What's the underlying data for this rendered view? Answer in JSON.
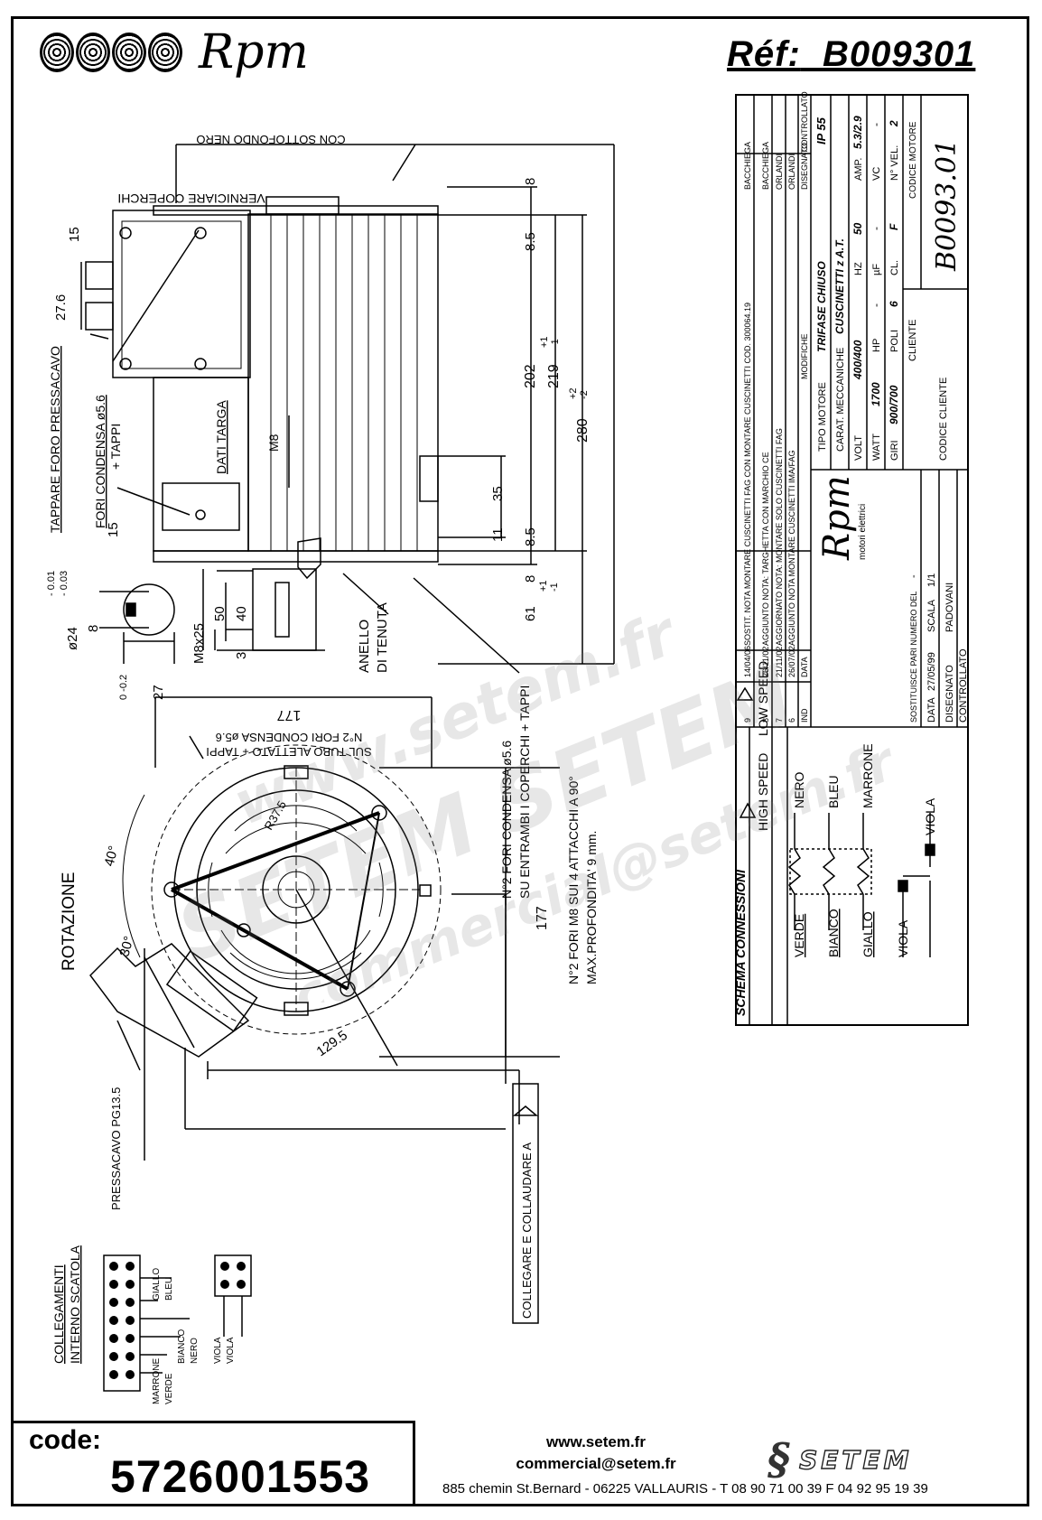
{
  "header": {
    "brand": "Rpm",
    "ref_label": "Réf:",
    "ref_value": "B009301"
  },
  "side_view": {
    "paint_note_1": "VERNICIARE COPERCHI",
    "paint_note_2": "CON SOTTOFONDO NERO",
    "dim_8_top": "8",
    "dim_85_top": "8.5",
    "dim_202": "202",
    "dim_219": "219",
    "dim_219_tol_plus": "+1",
    "dim_219_tol_minus": "-1",
    "dim_280": "280",
    "dim_280_tol_plus": "+2",
    "dim_280_tol_minus": "-2",
    "dim_35": "35",
    "dim_11": "11",
    "dim_85_bottom": "8.5",
    "dim_8_bottom": "8",
    "dim_61": "61",
    "dim_61_tol_plus": "+1",
    "dim_61_tol_minus": "-1",
    "dim_15_top": "15",
    "dim_15_bottom": "15",
    "dim_276": "27.6",
    "note_tappare": "TAPPARE FORO PRESSACAVO",
    "note_fori_condensa": "FORI CONDENSA ø5.6",
    "note_tappi": "+ TAPPI",
    "note_dati_targa": "DATI TARGA",
    "note_m8": "M8",
    "dim_50": "50",
    "dim_40": "40",
    "dim_3": "3",
    "note_anello": "ANELLO",
    "note_tenuta": "DI TENUTA",
    "shaft_dia": "ø24",
    "shaft_tol_1": "- 0.01",
    "shaft_tol_2": "- 0.03",
    "key_8": "8",
    "dim_27": "27",
    "dim_27_tol": "0  -0.2",
    "thread": "M8x25"
  },
  "front_view": {
    "dim_177_top": "177",
    "condensa_note_1": "N°2 FORI CONDENSA ø5.6",
    "condensa_note_2": "SUL TUBO ALETTATO + TAPPI",
    "fori_note_1": "N°2 FORI CONDENSA ø5.6",
    "fori_note_2": "SU ENTRAMBI I COPERCHI + TAPPI",
    "m8_note_1": "N°2 FORI M8 SUI 4 ATTACCHI A 90°",
    "m8_note_2": "MAX.PROFONDITA' 9 mm.",
    "dim_177_side": "177",
    "radius": "R37.5",
    "angle_40": "40°",
    "angle_30": "30°",
    "rotation": "ROTAZIONE",
    "dim_1295": "129.5",
    "pressacavo": "PRESSACAVO PG13.5",
    "collegare": "COLLEGARE E COLLAUDARE A"
  },
  "internal_box": {
    "title_1": "COLLEGAMENTI",
    "title_2": "INTERNO SCATOLA",
    "wire_giallo": "GIALLO",
    "wire_bleu": "BLEU",
    "wire_bianco": "BIANCO",
    "wire_nero": "NERO",
    "wire_marrone": "MARRONE",
    "wire_verde": "VERDE",
    "wire_viola_1": "VIOLA",
    "wire_viola_2": "VIOLA"
  },
  "title_block": {
    "rev_rows": [
      {
        "n": "9",
        "date": "14/04/06",
        "text": "SOSTIT. NOTA MONTARE CUSCINETTI FAG CON MONTARE CUSCINETTI COD. 300064.19",
        "by": "BACCHIEGA"
      },
      {
        "n": "8",
        "date": "26/11/02",
        "text": "AGGIUNTO NOTA: TARGHETTA CON MARCHIO CE",
        "by": "BACCHIEGA"
      },
      {
        "n": "7",
        "date": "21/11/02",
        "text": "AGGIORNATO NOTA: MONTARE SOLO CUSCINETTI FAG",
        "by": "ORLANDI"
      },
      {
        "n": "6",
        "date": "26/07/02",
        "text": "AGGIUNTO NOTA MONTARE CUSCINETTI IMA/FAG",
        "by": "ORLANDI"
      }
    ],
    "rev_head_ind": "IND",
    "rev_head_data": "DATA",
    "rev_head_modifiche": "MODIFICHE",
    "rev_head_disegnato": "DISEGNATO",
    "rev_head_controllato": "CONTROLLATO",
    "rpm_sub": "motori elettrici",
    "tipo_motore_label": "TIPO MOTORE",
    "tipo_motore_value": "TRIFASE CHIUSO",
    "ip": "IP 55",
    "carat_label": "CARAT. MECCANICHE",
    "carat_value": "CUSCINETTI z A.T.",
    "volt_label": "VOLT",
    "volt_value": "400/400",
    "hz_label": "HZ",
    "hz_value": "50",
    "amp_label": "AMP.",
    "amp_value": "5.3/2.9",
    "watt_label": "WATT",
    "watt_value": "1700",
    "hp_label": "HP",
    "hp_value": "-",
    "uf_label": "µF",
    "uf_value": "-",
    "vc_label": "VC",
    "vc_value": "-",
    "giri_label": "GIRI",
    "giri_value": "900/700",
    "poli_label": "POLI",
    "poli_value": "6",
    "cl_label": "CL.",
    "cl_value": "F",
    "nvel_label": "N° VEL.",
    "nvel_value": "2",
    "sostituisce_label": "SOSTITUISCE PARI NUMERO DEL",
    "sostituisce_value": "-",
    "cliente_label": "CLIENTE",
    "codice_motore_label": "CODICE MOTORE",
    "codice_motore_value": "B0093.01",
    "data_label": "DATA",
    "data_value": "27/05/99",
    "scala_label": "SCALA",
    "scala_value": "1/1",
    "disegnato_label": "DISEGNATO",
    "disegnato_value": "PADOVANI",
    "controllato_label": "CONTROLLATO",
    "codice_cliente_label": "CODICE CLIENTE"
  },
  "schema": {
    "title": "SCHEMA CONNESSIONI",
    "high_speed": "HIGH SPEED",
    "low_speed": "LOW SPEED",
    "nero": "NERO",
    "bleu": "BLEU",
    "marrone": "MARRONE",
    "verde": "VERDE",
    "bianco": "BIANCO",
    "giallo": "GIALLO",
    "viola_1": "VIOLA",
    "viola_2": "VIOLA"
  },
  "footer": {
    "code_label": "code:",
    "code_value": "5726001553",
    "website": "www.setem.fr",
    "email": "commercial@setem.fr",
    "address": "885 chemin St.Bernard  -  06225 VALLAURIS  -  T 08 90 71 00 39  F 04 92 95 19 39",
    "company": "SETEM"
  },
  "watermark": {
    "line_1": "www.setem.fr",
    "line_2": "SETEM SETEM",
    "line_3": "commercial@setem.fr"
  }
}
